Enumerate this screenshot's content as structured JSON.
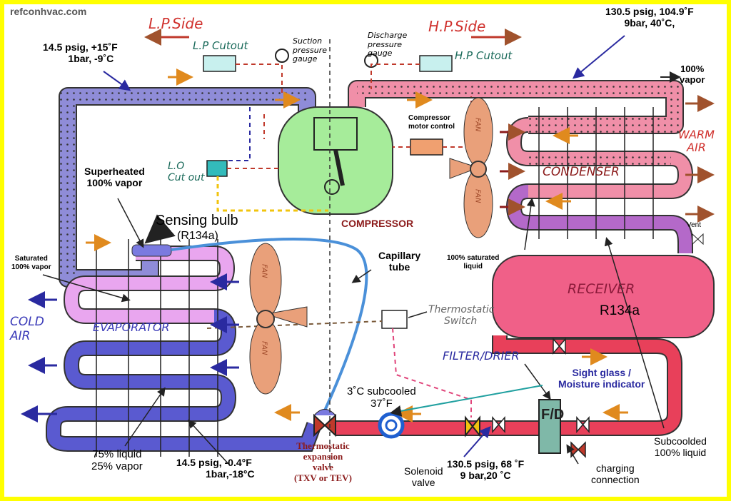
{
  "watermark": "refconhvac.com",
  "sides": {
    "lp": "L.P.Side",
    "hp": "H.P.Side"
  },
  "components": {
    "lp_cutout": "L.P Cutout",
    "hp_cutout": "H.P Cutout",
    "suction_gauge": "Suction pressure gauge",
    "discharge_gauge": "Discharge pressure gauge",
    "lo_cutout_line1": "L.O",
    "lo_cutout_line2": "Cut out",
    "compressor_motor_control_line1": "Compressor",
    "compressor_motor_control_line2": "motor control",
    "compressor": "COMPRESSOR",
    "condenser": "CONDENSER",
    "receiver": "RECEIVER",
    "receiver_refrigerant": "R134a",
    "evaporator": "EVAPORATOR",
    "sensing_bulb": "Sensing bulb",
    "sensing_bulb_refrigerant": "(R134a)",
    "capillary_line1": "Capillary",
    "capillary_line2": "tube",
    "thermostatic_switch_line1": "Thermostatic",
    "thermostatic_switch_line2": "Switch",
    "filter_drier": "FILTER/DRIER",
    "filter_drier_symbol": "F/D",
    "sight_glass_line1": "Sight glass /",
    "sight_glass_line2": "Moisture indicator",
    "txv_line1": "Thermostatic",
    "txv_line2": "expansion",
    "txv_line3": "valve",
    "txv_line4": "(TXV or TEV)",
    "solenoid_line1": "Solenoid",
    "solenoid_line2": "valve",
    "charging_line1": "charging",
    "charging_line2": "connection",
    "vent": "Vent",
    "fan_text": "FAN"
  },
  "conditions": {
    "lp_suction_line1": "14.5 psig, +15˚F",
    "lp_suction_line2": "1bar, -9˚C",
    "hp_discharge_line1": "130.5 psig, 104.9˚F",
    "hp_discharge_line2": "9bar, 40˚C,",
    "vapor_100_line1": "100%",
    "vapor_100_line2": "vapor",
    "superheated_line1": "Superheated",
    "superheated_line2": "100% vapor",
    "saturated_vapor_line1": "Saturated",
    "saturated_vapor_line2": "100% vapor",
    "saturated_liquid_line1": "100% saturated",
    "saturated_liquid_line2": "liquid",
    "mix_line1": "75% liquid",
    "mix_line2": "25% vapor",
    "evap_in_line1": "14.5  psig,  -0.4°F",
    "evap_in_line2": "1bar,-18°C",
    "subcooled_line1": "3˚C subcooled",
    "subcooled_line2": "37˚F",
    "liquid_line1": "130.5  psig,  68 ˚F",
    "liquid_line2": "9  bar,20 ˚C",
    "subcooled_liquid_line1": "Subcoolded",
    "subcooled_liquid_line2": "100% liquid"
  },
  "air": {
    "warm_line1": "WARM",
    "warm_line2": "AIR",
    "cold_line1": "COLD",
    "cold_line2": "AIR"
  },
  "colors": {
    "low_pressure_vapor": "#8f8cd8",
    "high_pressure_vapor": "#f08fa8",
    "liquid_line": "#e8405a",
    "evaporator_blue": "#5a5ad0",
    "evaporator_pink": "#e9a6ef",
    "condenser_purple": "#b469c9",
    "compressor_green": "#a6ec9a",
    "fan_orange": "#e9a07a",
    "border": "#ffff00"
  }
}
